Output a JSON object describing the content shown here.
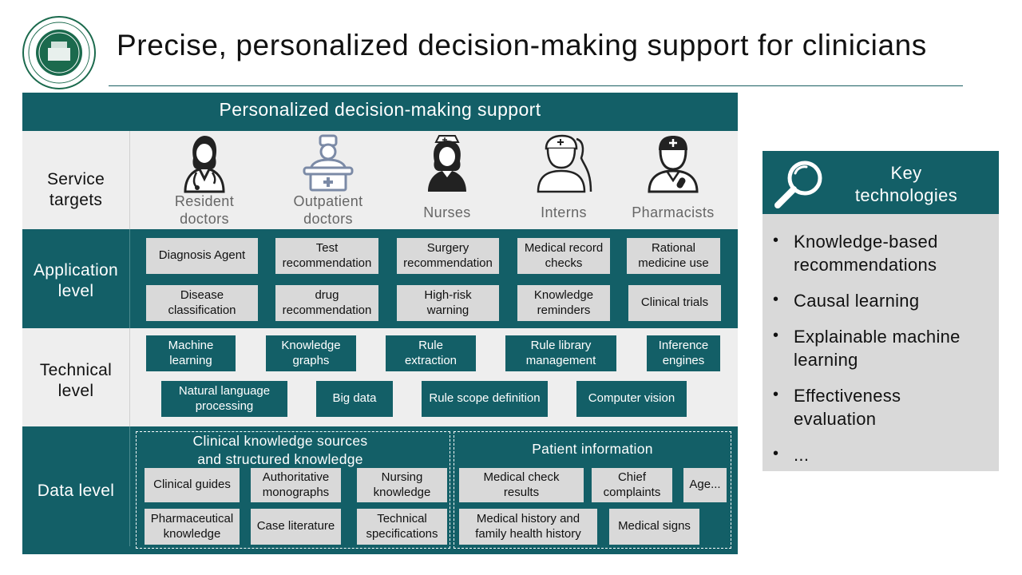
{
  "title": "Precise, personalized decision-making support for clinicians",
  "header": "Personalized decision-making support",
  "rows": {
    "service_targets": "Service\ntargets",
    "application": "Application\nlevel",
    "technical": "Technical\nlevel",
    "data": "Data level"
  },
  "targets": [
    {
      "label": "Resident\ndoctors",
      "icon": "resident-doctor-icon"
    },
    {
      "label": "Outpatient\ndoctors",
      "icon": "outpatient-doctor-icon"
    },
    {
      "label": "Nurses",
      "icon": "nurse-icon"
    },
    {
      "label": "Interns",
      "icon": "intern-icon"
    },
    {
      "label": "Pharmacists",
      "icon": "pharmacist-icon"
    }
  ],
  "application": [
    "Diagnosis Agent",
    "Test\nrecommendation",
    "Surgery\nrecommendation",
    "Medical record\nchecks",
    "Rational\nmedicine use",
    "Disease\nclassification",
    "drug\nrecommendation",
    "High-risk\nwarning",
    "Knowledge\nreminders",
    "Clinical trials"
  ],
  "technical": [
    "Machine\nlearning",
    "Knowledge\ngraphs",
    "Rule\nextraction",
    "Rule library\nmanagement",
    "Inference\nengines",
    "Natural language\nprocessing",
    "Big data",
    "Rule scope definition",
    "Computer vision"
  ],
  "data": {
    "knowledge_title": "Clinical knowledge sources\nand structured knowledge",
    "patient_title": "Patient information",
    "knowledge": [
      "Clinical guides",
      "Authoritative\nmonographs",
      "Nursing\nknowledge",
      "Pharmaceutical\nknowledge",
      "Case literature",
      "Technical\nspecifications"
    ],
    "patient": [
      "Medical check\nresults",
      "Chief\ncomplaints",
      "Age...",
      "Medical history and\nfamily health history",
      "Medical signs"
    ]
  },
  "key_technologies": {
    "title": "Key\ntechnologies",
    "icon": "magnifier-icon",
    "items": [
      "Knowledge-based\nrecommendations",
      "Causal learning",
      "Explainable machine\nlearning",
      "Effectiveness\nevaluation",
      "..."
    ]
  },
  "colors": {
    "teal": "#135f67",
    "light_grey": "#eeeeee",
    "box_grey": "#d9d9d9"
  }
}
